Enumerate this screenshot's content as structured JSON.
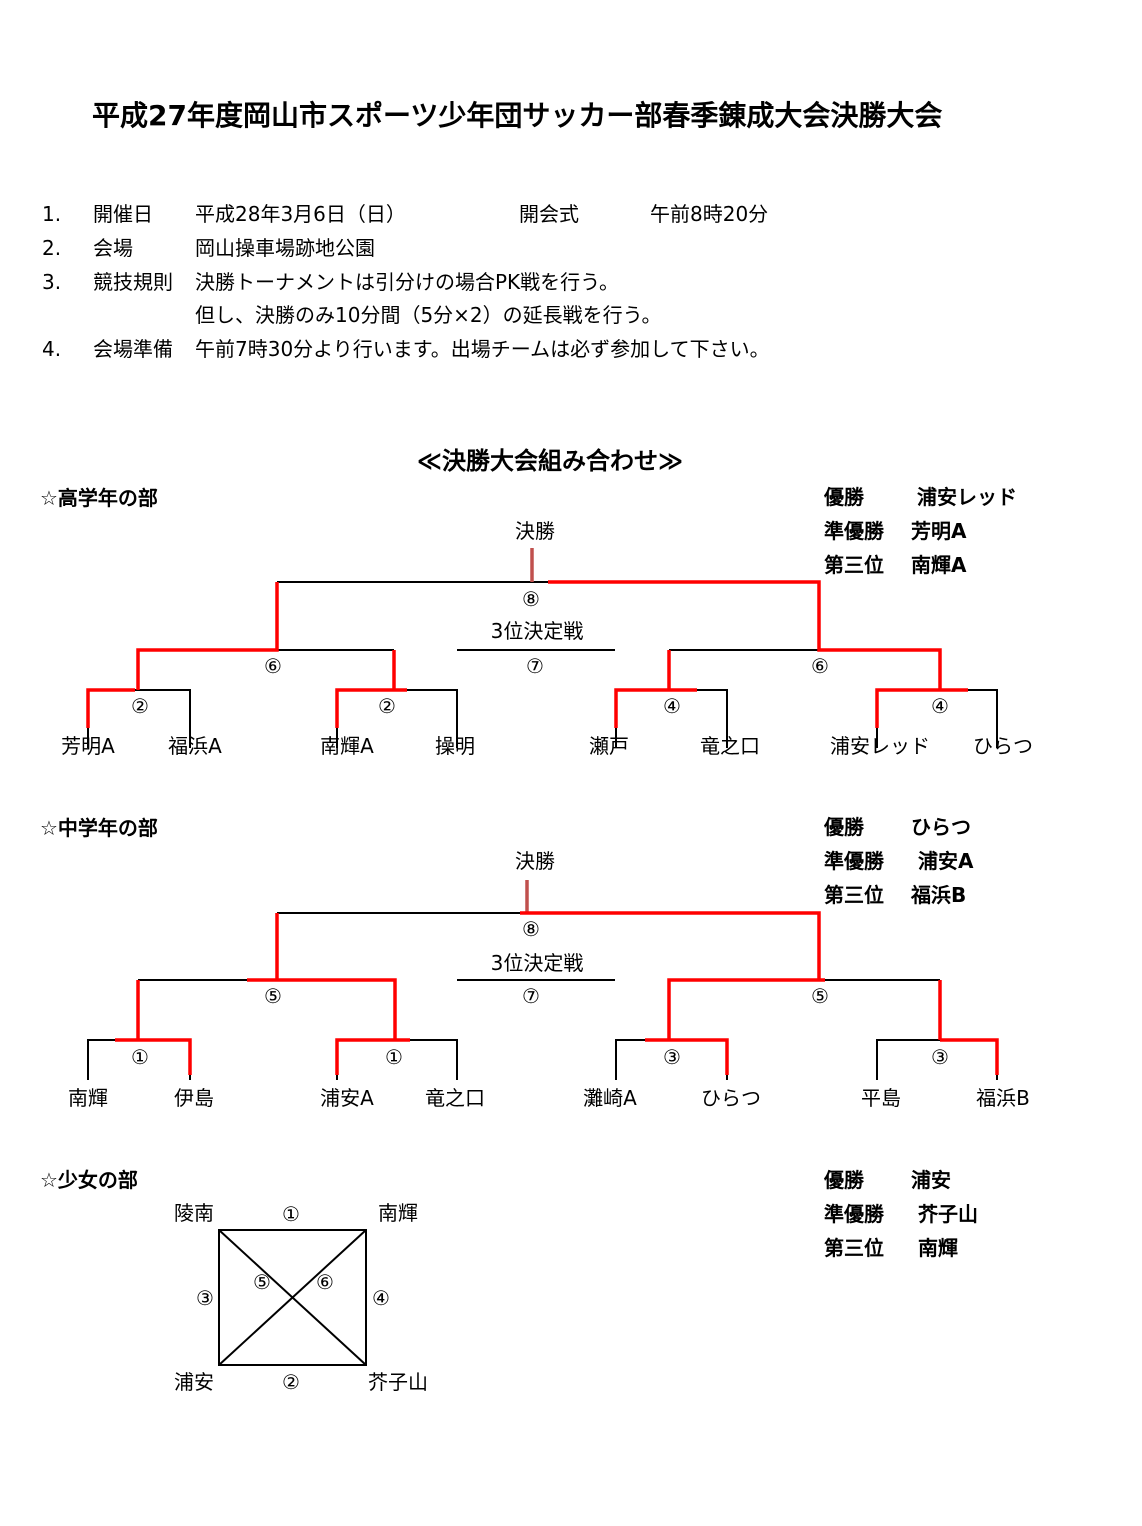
{
  "title": "平成27年度岡山市スポーツ少年団サッカー部春季錬成大会決勝大会",
  "info": [
    {
      "num": "1.",
      "label": "開催日",
      "value": "平成28年3月6日（日）",
      "extra_label": "開会式",
      "extra_value": "午前8時20分"
    },
    {
      "num": "2.",
      "label": "会場",
      "value": "岡山操車場跡地公園"
    },
    {
      "num": "3.",
      "label": "競技規則",
      "value": "決勝トーナメントは引分けの場合PK戦を行う。",
      "value2": "但し、決勝のみ10分間（5分×2）の延長戦を行う。"
    },
    {
      "num": "4.",
      "label": "会場準備",
      "value": "午前7時30分より行います。出場チームは必ず参加して下さい。"
    }
  ],
  "bracket_heading": "≪決勝大会組み合わせ≫",
  "senior": {
    "heading": "☆高学年の部",
    "final": "決勝",
    "third_place": "3位決定戦",
    "results": [
      {
        "label": "優勝",
        "team": "浦安レッド"
      },
      {
        "label": "準優勝",
        "team": "芳明A"
      },
      {
        "label": "第三位",
        "team": "南輝A"
      }
    ],
    "teams": [
      "芳明A",
      "福浜A",
      "南輝A",
      "操明",
      "瀬戸",
      "竜之口",
      "浦安レッド",
      "ひらつ"
    ],
    "match_numbers": [
      "②",
      "②",
      "④",
      "④",
      "⑥",
      "⑥",
      "⑧",
      "⑦"
    ]
  },
  "junior": {
    "heading": "☆中学年の部",
    "final": "決勝",
    "third_place": "3位決定戦",
    "results": [
      {
        "label": "優勝",
        "team": "ひらつ"
      },
      {
        "label": "準優勝",
        "team": "浦安A"
      },
      {
        "label": "第三位",
        "team": "福浜B"
      }
    ],
    "teams": [
      "南輝",
      "伊島",
      "浦安A",
      "竜之口",
      "灘崎A",
      "ひらつ",
      "平島",
      "福浜B"
    ],
    "match_numbers": [
      "①",
      "①",
      "③",
      "③",
      "⑤",
      "⑤",
      "⑧",
      "⑦"
    ]
  },
  "girls": {
    "heading": "☆少女の部",
    "results": [
      {
        "label": "優勝",
        "team": "浦安"
      },
      {
        "label": "準優勝",
        "team": "芥子山"
      },
      {
        "label": "第三位",
        "team": "南輝"
      }
    ],
    "teams": [
      "陵南",
      "南輝",
      "浦安",
      "芥子山"
    ],
    "match_numbers": [
      "①",
      "②",
      "③",
      "④",
      "⑤",
      "⑥"
    ]
  },
  "colors": {
    "winner_line": "#ff0000",
    "line": "#000000"
  }
}
